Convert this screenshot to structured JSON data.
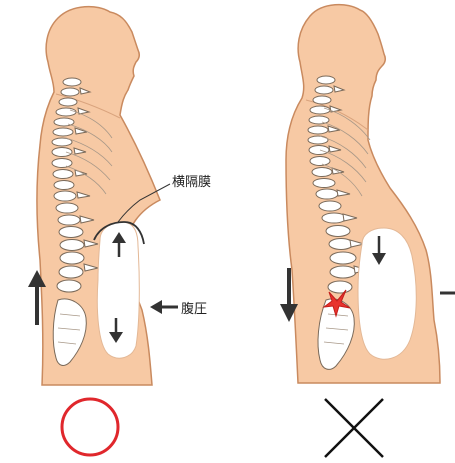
{
  "labels": {
    "diaphragm": "横隔膜",
    "abdominal_pressure": "腹圧"
  },
  "verdicts": {
    "left": "circle",
    "right": "cross"
  },
  "colors": {
    "skin": "#f7c9a4",
    "outline": "#c98a5f",
    "bone": "#ffffff",
    "bone_outline": "#7a6a5a",
    "arrow": "#333333",
    "circle": "#e0272c",
    "cross": "#111111",
    "pain": "#e8332e"
  }
}
